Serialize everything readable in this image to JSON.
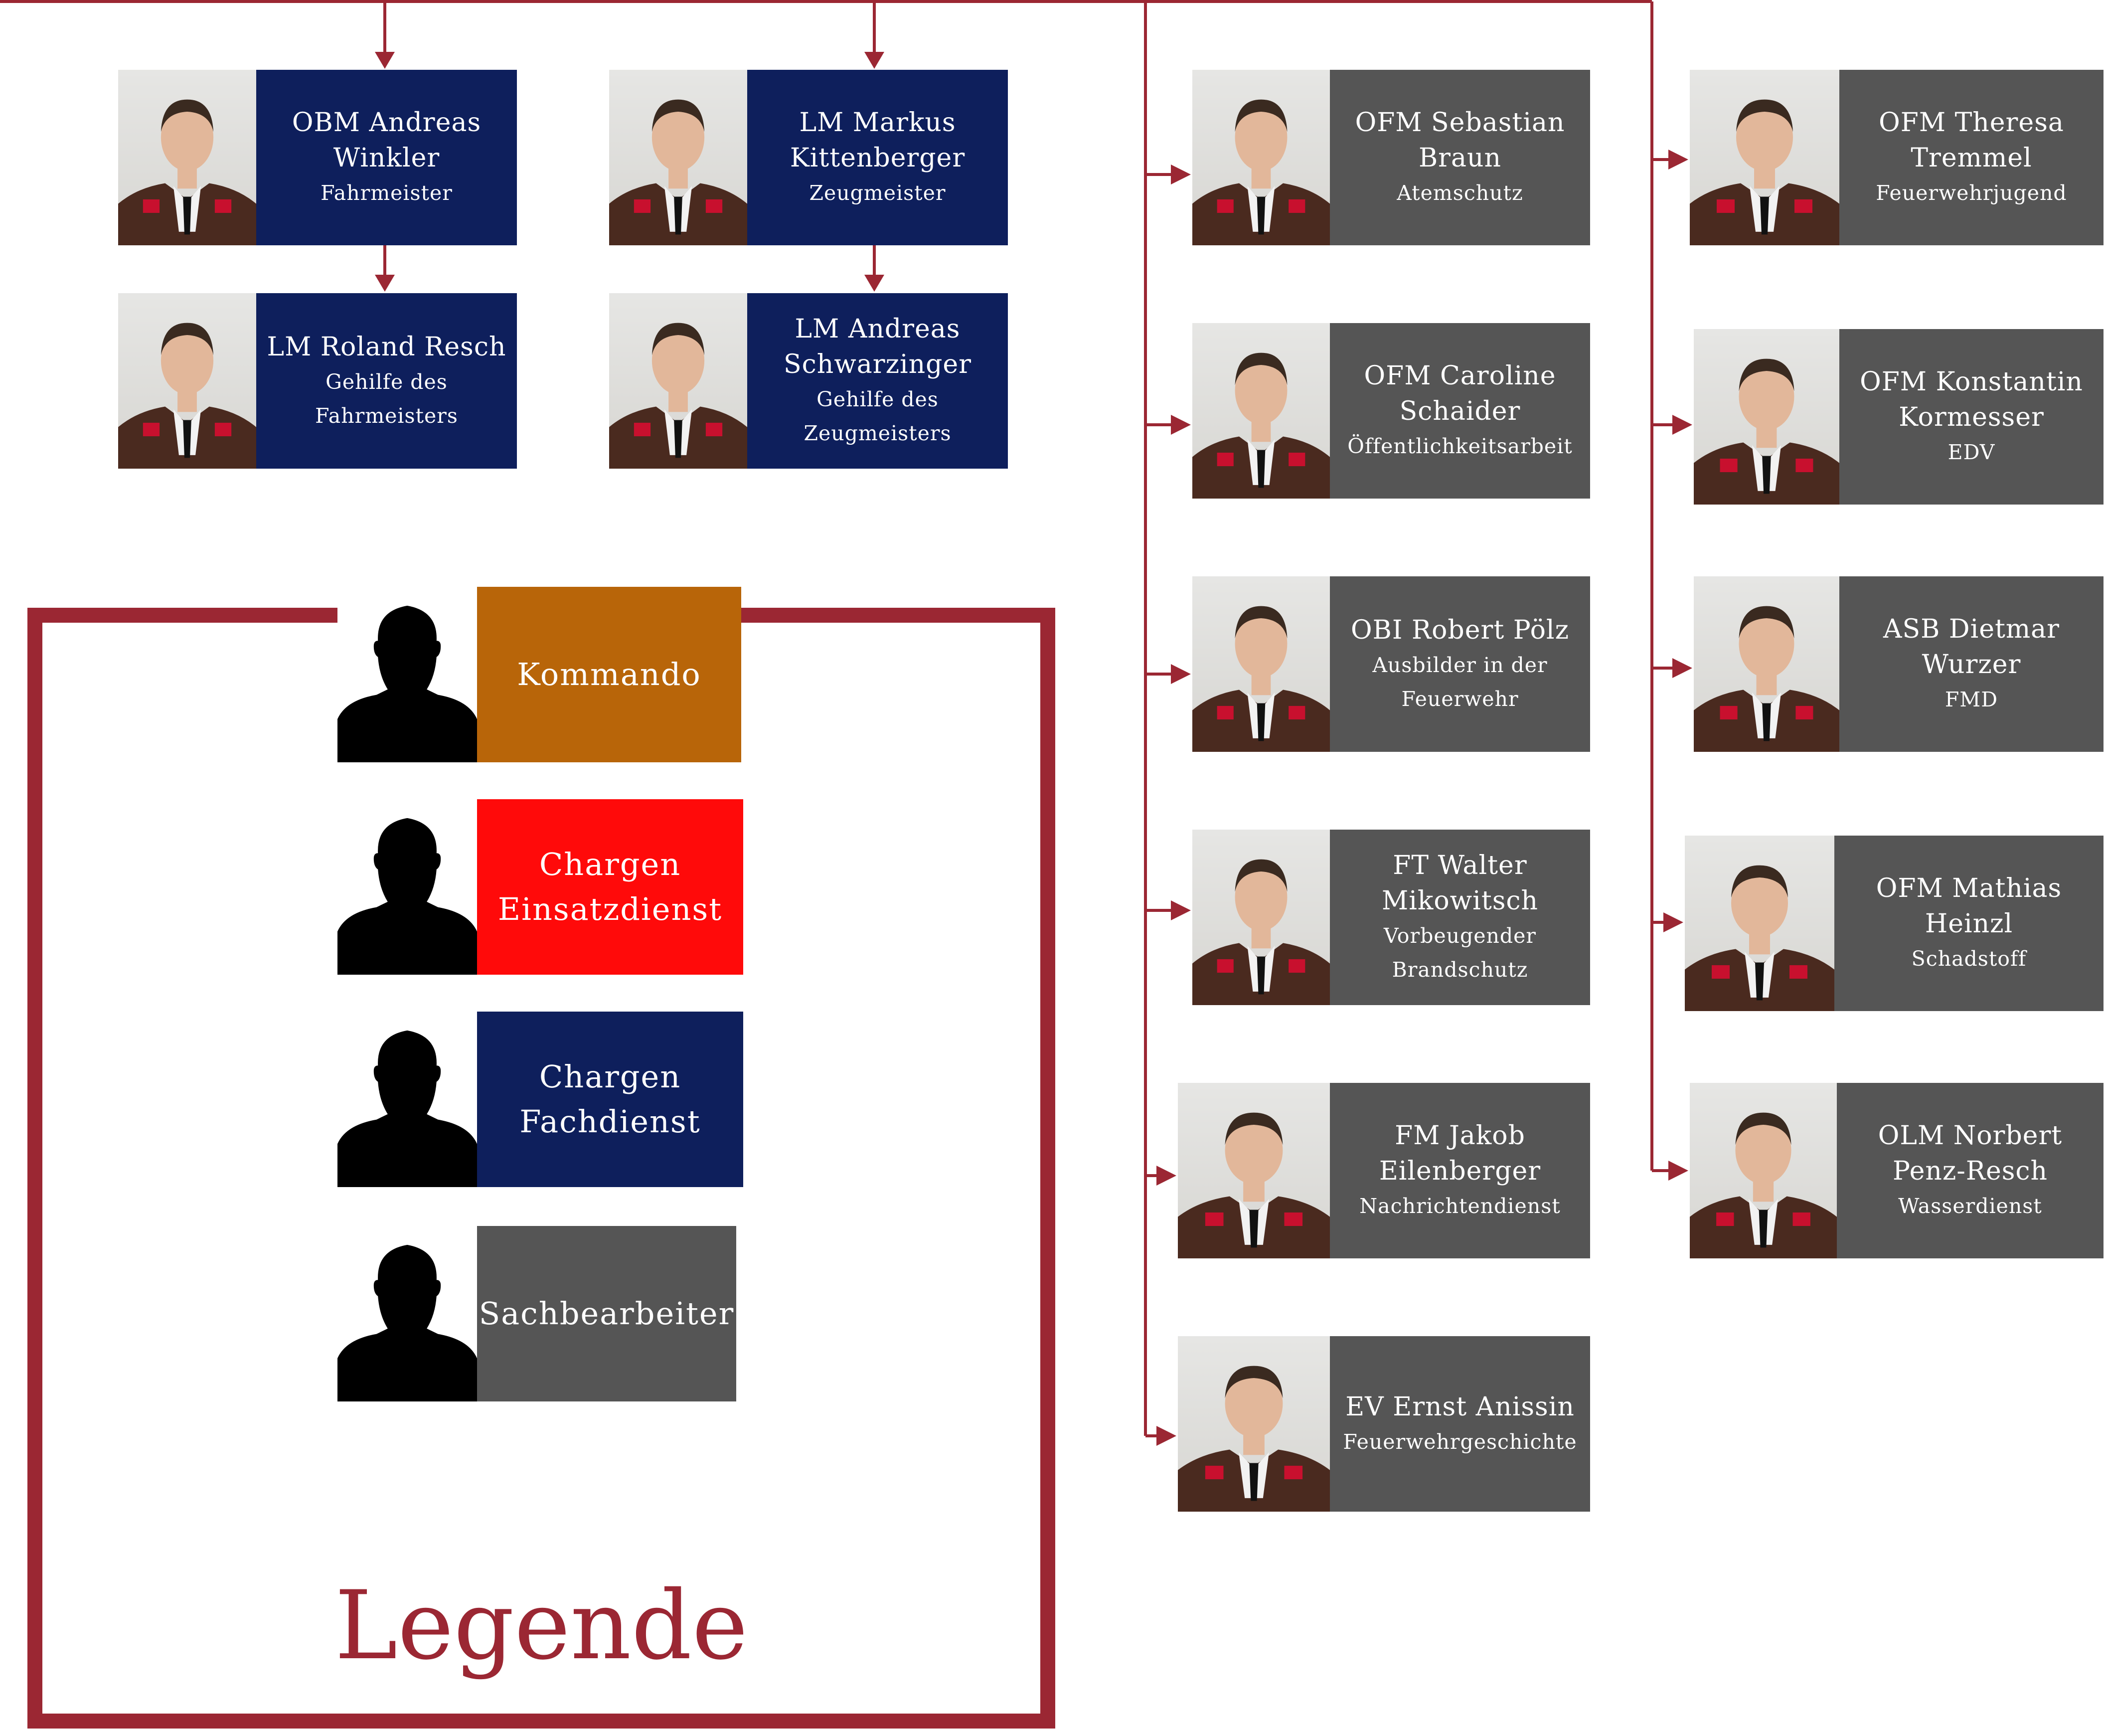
{
  "colors": {
    "line": "#9b2733",
    "kommando": "#b86509",
    "einsatzdienst": "#ff0a0a",
    "fachdienst": "#0e1f5c",
    "sachbearbeiter": "#555555",
    "uniform": "#4a2a1f",
    "skin": "#e2b79a",
    "hair": "#3a2a20",
    "collar": "#c8102e"
  },
  "fachdienst_chiefs": [
    {
      "name": "OBM Andreas Winkler",
      "role": "Fahrmeister"
    },
    {
      "name": "LM Markus Kittenberger",
      "role": "Zeugmeister"
    }
  ],
  "fachdienst_assistants": [
    {
      "name": "LM Roland Resch",
      "role": "Gehilfe des Fahrmeisters"
    },
    {
      "name": "LM Andreas Schwarzinger",
      "role": "Gehilfe des Zeugmeisters"
    }
  ],
  "sachbearbeiter_left": [
    {
      "name": "OFM Sebastian Braun",
      "role": "Atemschutz"
    },
    {
      "name": "OFM Caroline Schaider",
      "role": "Öffentlichkeitsarbeit"
    },
    {
      "name": "OBI Robert Pölz",
      "role": "Ausbilder in der Feuerwehr"
    },
    {
      "name": "FT Walter Mikowitsch",
      "role": "Vorbeugender Brandschutz"
    },
    {
      "name": "FM Jakob Eilenberger",
      "role": "Nachrichtendienst"
    },
    {
      "name": "EV Ernst Anissin",
      "role": "Feuerwehrgeschichte"
    }
  ],
  "sachbearbeiter_right": [
    {
      "name": "OFM Theresa Tremmel",
      "role": "Feuerwehrjugend"
    },
    {
      "name": "OFM Konstantin Kormesser",
      "role": "EDV"
    },
    {
      "name": "ASB Dietmar Wurzer",
      "role": "FMD"
    },
    {
      "name": "OFM Mathias Heinzl",
      "role": "Schadstoff"
    },
    {
      "name": "OLM Norbert Penz-Resch",
      "role": "Wasserdienst"
    }
  ],
  "legend": {
    "title": "Legende",
    "items": [
      {
        "label": "Kommando",
        "color": "#b86509"
      },
      {
        "label": "Chargen Einsatzdienst",
        "color": "#ff0a0a"
      },
      {
        "label": "Chargen Fachdienst",
        "color": "#0e1f5c"
      },
      {
        "label": "Sachbearbeiter",
        "color": "#555555"
      }
    ]
  }
}
